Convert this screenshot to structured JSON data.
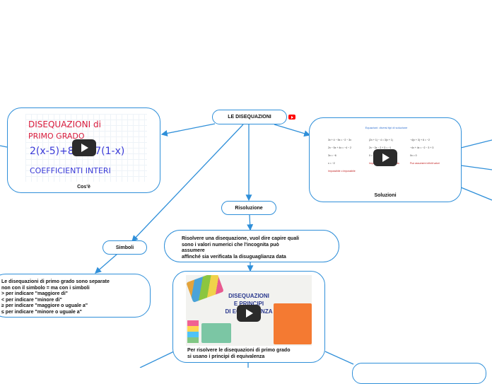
{
  "root": {
    "label": "LE DISEQUAZIONI",
    "link_icon": "youtube-icon",
    "link_color": "#ff0000"
  },
  "cose": {
    "caption": "Cos'è",
    "video": {
      "line1": "DISEQUAZIONI di",
      "line2": "PRIMO GRADO",
      "formula": "2(x-5)+8 ≥ 17(1-x)",
      "line3": "COEFFICIENTI INTERI"
    }
  },
  "soluzioni": {
    "caption": "Soluzioni",
    "video": {
      "title": "Equazioni: diversi tipi di soluzione",
      "col1": [
        "3x + 4 − 5x = −2 − 3x",
        "2x − 5x + 4x = −4 − 2",
        "3x = −6",
        "x = −2",
        "Impossibile o impossibile"
      ],
      "col2": [
        "(2x + 1) − 4 = 3(x + 1)",
        "2x − 3x − 2 + 3 = −1",
        "0 = −1",
        "Impossibile o indeterminata"
      ],
      "col3": [
        "−4(x + 3) + 6 = −2",
        "−4x + 4x = −2 − 3 + 3",
        "0x = 0",
        "Può assumere infiniti valori"
      ]
    }
  },
  "risoluzione": {
    "label": "Risoluzione"
  },
  "definizione": {
    "text": "Risolvere una disequazione, vuol dire capire quali\nsono i valori numerici che l'incognita può\nassumere\naffinché sia verificata la disuguaglianza data"
  },
  "simboli": {
    "label": "Simboli",
    "text": "Le disequazioni di primo grado sono separate\nnon con il simbolo = ma con i simboli\n> per indicare \"maggiore di\"\n< per indicare \"minore di\"\n≥ per indicare \"maggiore o uguale a\"\n≤ per indicare \"minore o uguale a\""
  },
  "principi": {
    "caption": "Per risolvere le disequazioni di primo grado\nsi usano i principi di equivalenza",
    "video": {
      "line1": "DISEQUAZIONI",
      "line2": "E PRINCIPI",
      "line3": "DI EQUIVALENZA"
    }
  },
  "colors": {
    "border": "#2f8fd9",
    "connector": "#2f8fd9",
    "formula": "#3a3ad8",
    "title_red": "#d81b3c"
  }
}
